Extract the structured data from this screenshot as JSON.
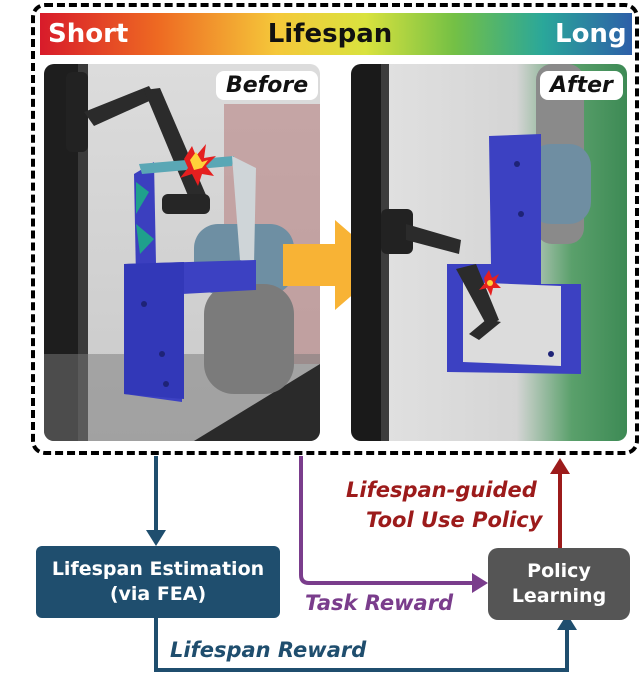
{
  "colors": {
    "dark_blue": "#1f4e6e",
    "purple": "#7a3d8c",
    "dark_red": "#9c1b1b",
    "gray_box": "#555555",
    "gradient": [
      "#d81b2a",
      "#f08a1d",
      "#f5e63a",
      "#8ccb3a",
      "#2aa9a0",
      "#2d5fa8"
    ]
  },
  "lifespan_bar": {
    "short": "Short",
    "title": "Lifespan",
    "long": "Long"
  },
  "photos": {
    "before": "Before",
    "after": "After"
  },
  "boxes": {
    "estimation_line1": "Lifespan Estimation",
    "estimation_line2": "(via FEA)",
    "policy_line1": "Policy",
    "policy_line2": "Learning"
  },
  "labels": {
    "policy_line1": "Lifespan-guided",
    "policy_line2": "Tool Use Policy",
    "task_reward": "Task Reward",
    "lifespan_reward": "Lifespan Reward"
  }
}
